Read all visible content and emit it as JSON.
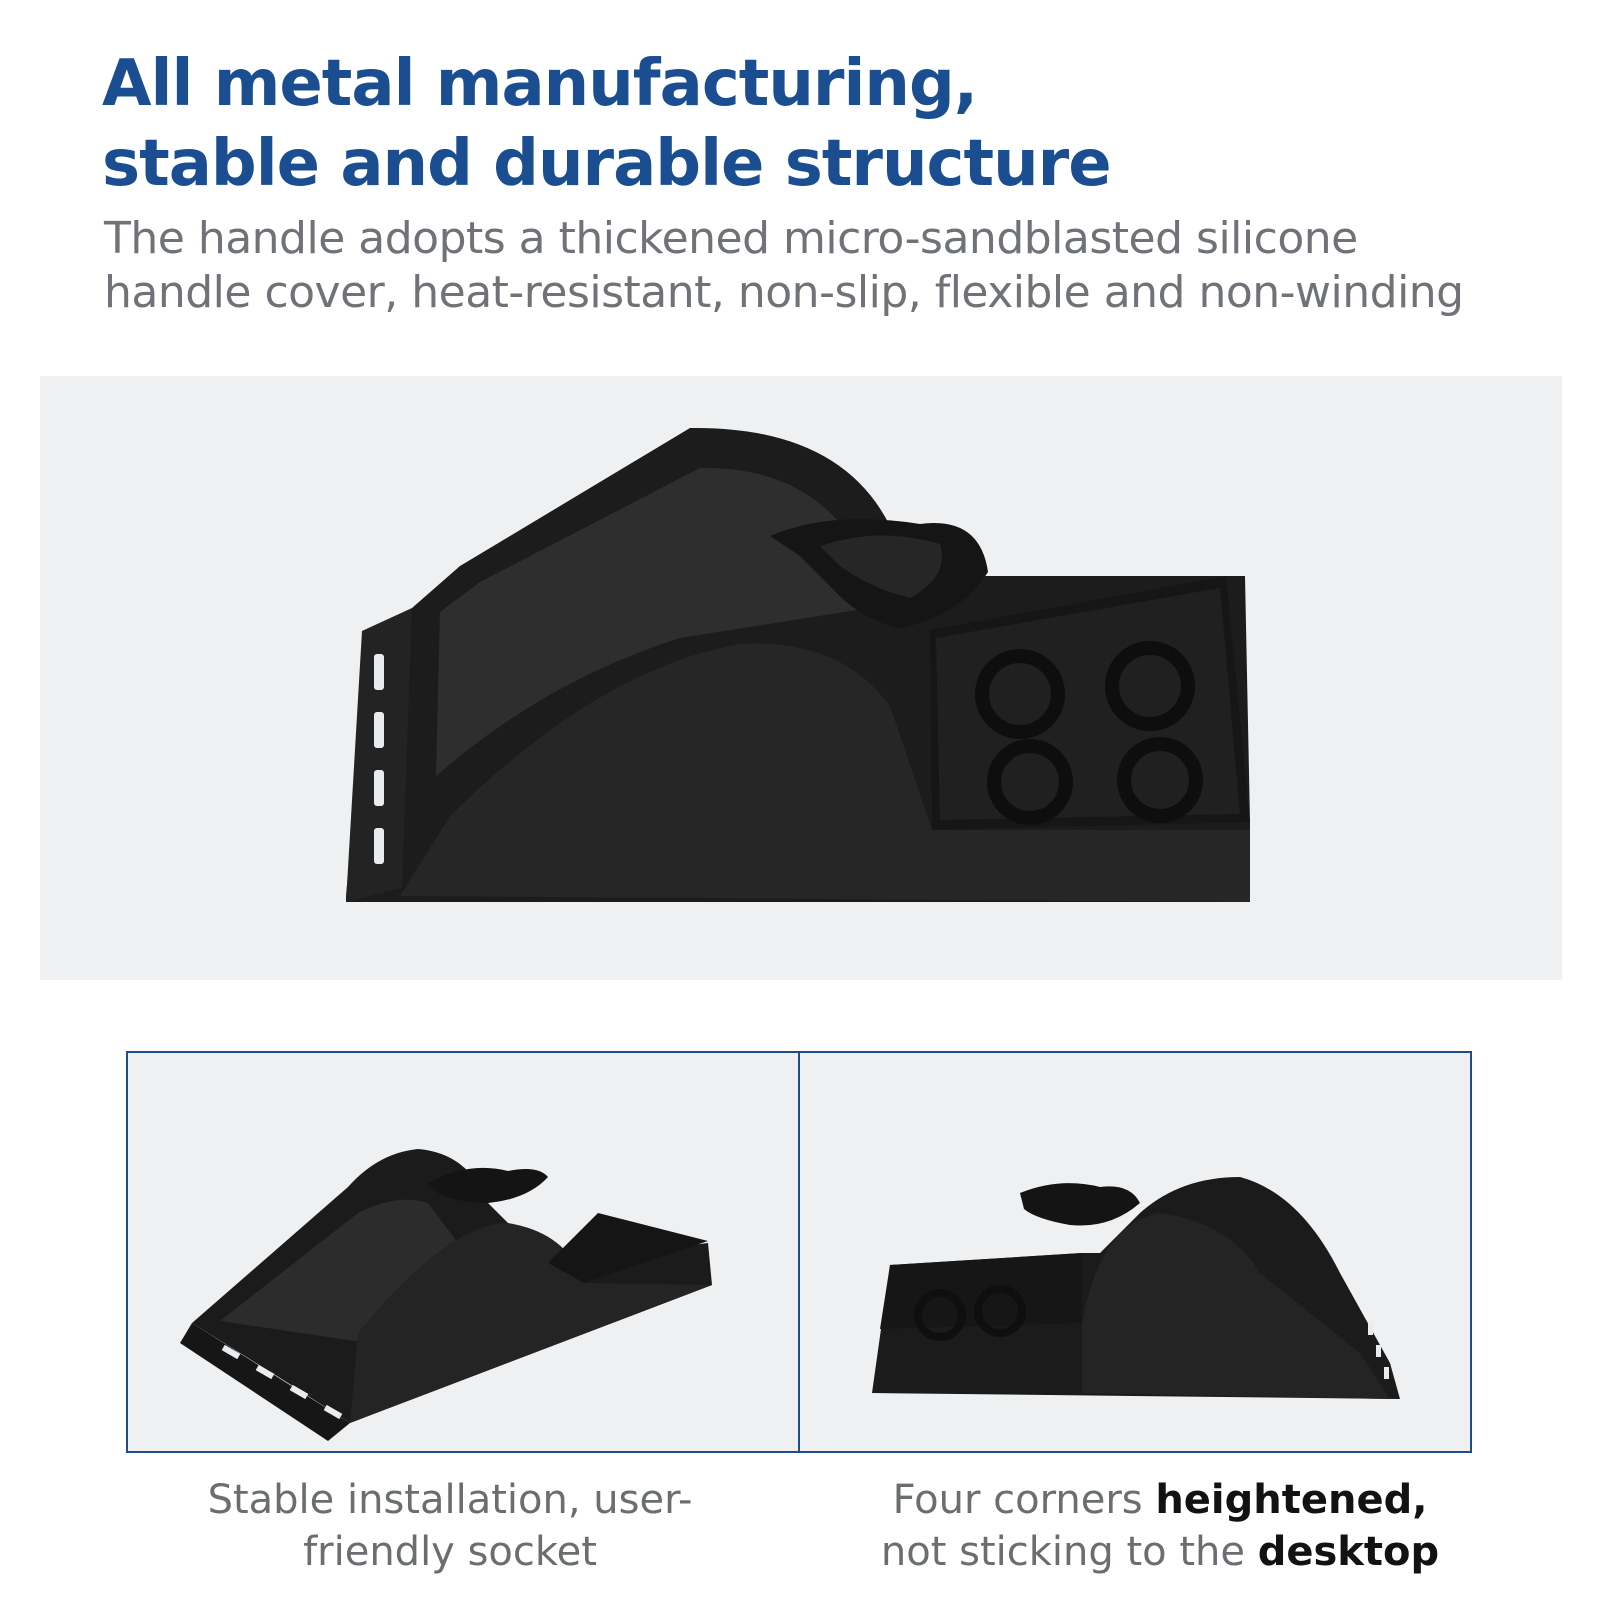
{
  "headline": {
    "line1": "All metal manufacturing,",
    "line2": "stable and durable structure"
  },
  "description": {
    "line1": "The handle adopts a thickened micro-sandblasted silicone",
    "line2": "handle cover, heat-resistant, non-slip, flexible and non-winding"
  },
  "colors": {
    "headline": "#1a4e91",
    "body_text": "#6f7377",
    "frame_border": "#1d4e89",
    "product": "#1c1c1c"
  },
  "captions": {
    "left": {
      "line1": "Stable installation, user-",
      "line2": "friendly socket"
    },
    "right": {
      "line1_regular": "Four corners ",
      "line1_bold": "heightened,",
      "line2_regular": "not sticking to the ",
      "line2_bold": "desktop"
    }
  }
}
